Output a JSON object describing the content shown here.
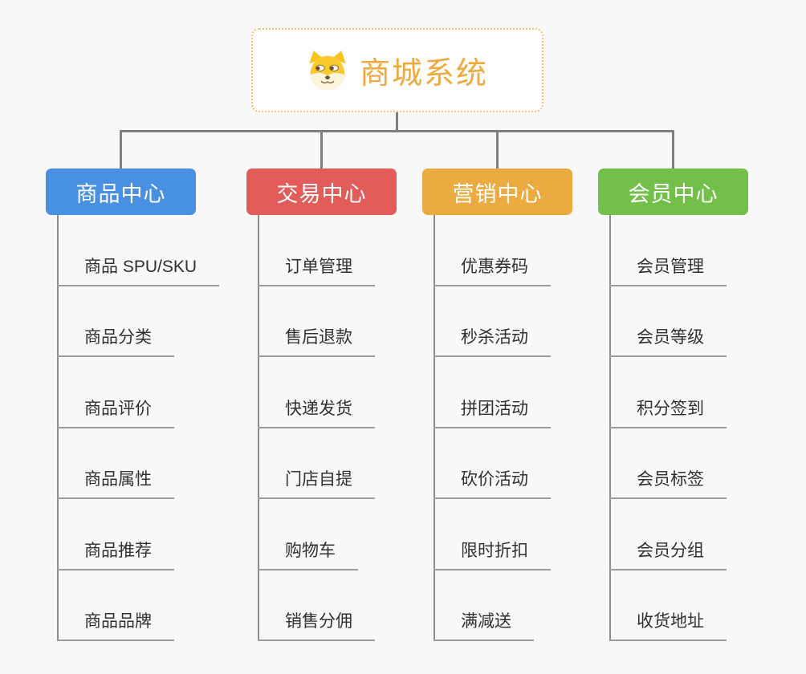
{
  "root": {
    "title": "商城系统",
    "icon": "shiba-dog-icon",
    "accent_color": "#efa93f",
    "border_color": "#f3c36e"
  },
  "branches": [
    {
      "label": "商品中心",
      "color": "#4a90e2",
      "items": [
        "商品 SPU/SKU",
        "商品分类",
        "商品评价",
        "商品属性",
        "商品推荐",
        "商品品牌"
      ]
    },
    {
      "label": "交易中心",
      "color": "#e25c5a",
      "items": [
        "订单管理",
        "售后退款",
        "快递发货",
        "门店自提",
        "购物车",
        "销售分佣"
      ]
    },
    {
      "label": "营销中心",
      "color": "#ecab41",
      "items": [
        "优惠券码",
        "秒杀活动",
        "拼团活动",
        "砍价活动",
        "限时折扣",
        "满减送"
      ]
    },
    {
      "label": "会员中心",
      "color": "#72c04a",
      "items": [
        "会员管理",
        "会员等级",
        "积分签到",
        "会员标签",
        "会员分组",
        "收货地址"
      ]
    }
  ],
  "colors": {
    "background": "#f8f8f8",
    "connector": "#7e7e7e",
    "item_text": "#303030",
    "item_underline": "#9c9c9c"
  }
}
